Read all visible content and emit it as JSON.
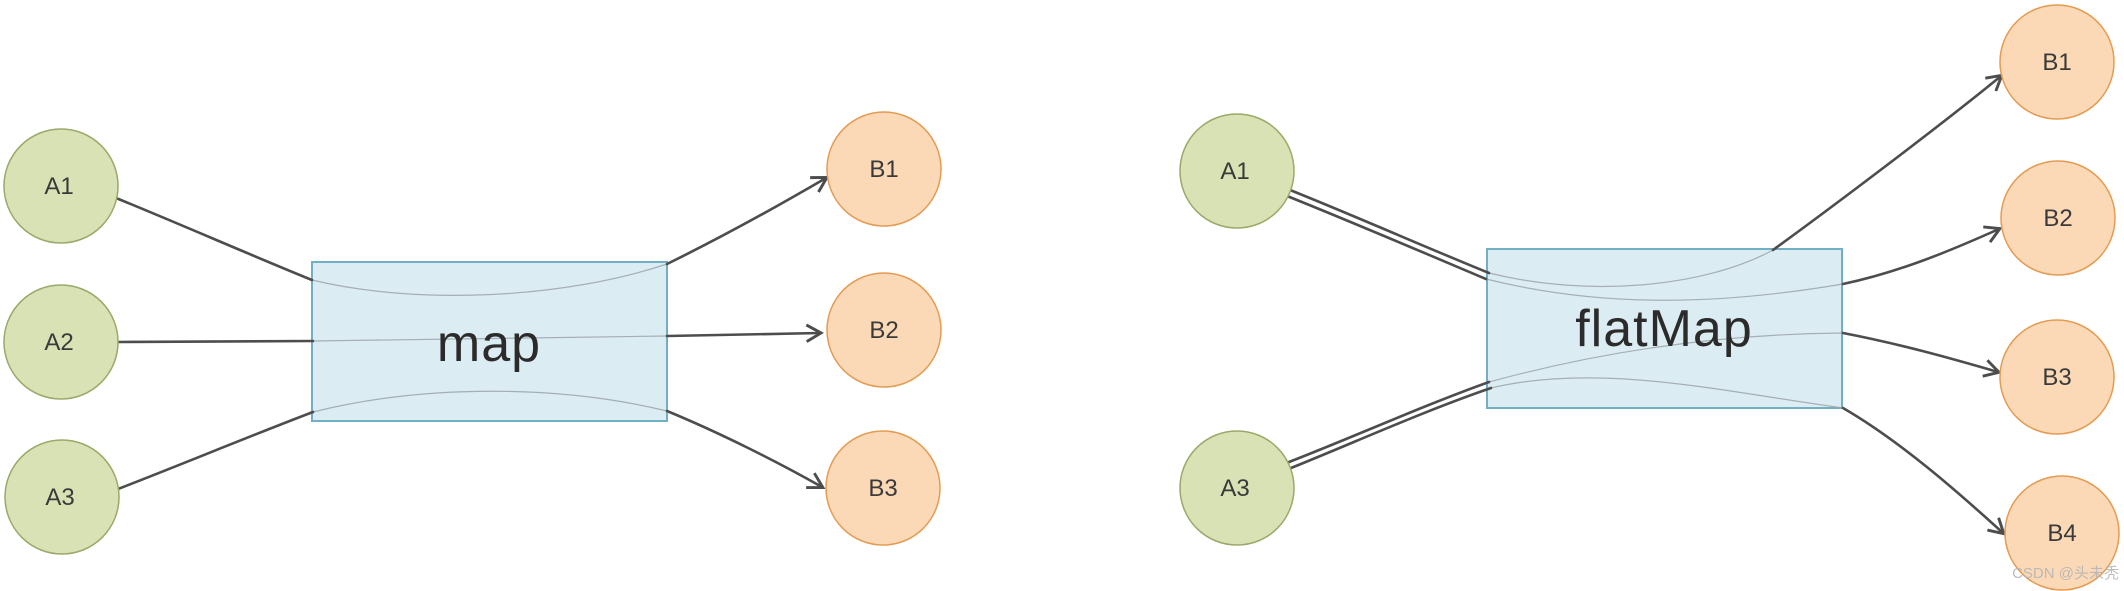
{
  "colors": {
    "background": "#ffffff",
    "input_fill": "#d8e2b4",
    "input_stroke": "#9aa968",
    "output_fill": "#fbd9b6",
    "output_stroke": "#e59b52",
    "box_fill": "#dcecf3",
    "box_stroke": "#72aec4",
    "edge": "#4d4d4d",
    "inner_edge": "#9aa5a8",
    "label": "#3a3a3a",
    "operator_label": "#2b2b2b",
    "watermark": "#b5b5b5"
  },
  "map_diagram": {
    "operator": "map",
    "inputs": [
      "A1",
      "A2",
      "A3"
    ],
    "outputs": [
      "B1",
      "B2",
      "B3"
    ],
    "mappings": [
      {
        "from": "A1",
        "to": "B1"
      },
      {
        "from": "A2",
        "to": "B2"
      },
      {
        "from": "A3",
        "to": "B3"
      }
    ]
  },
  "flatmap_diagram": {
    "operator": "flatMap",
    "inputs": [
      "A1",
      "A3"
    ],
    "outputs": [
      "B1",
      "B2",
      "B3",
      "B4"
    ],
    "mappings": [
      {
        "from": "A1",
        "to": "B1"
      },
      {
        "from": "A1",
        "to": "B2"
      },
      {
        "from": "A3",
        "to": "B3"
      },
      {
        "from": "A3",
        "to": "B4"
      }
    ]
  },
  "watermark": {
    "text": "CSDN @头未秃"
  }
}
